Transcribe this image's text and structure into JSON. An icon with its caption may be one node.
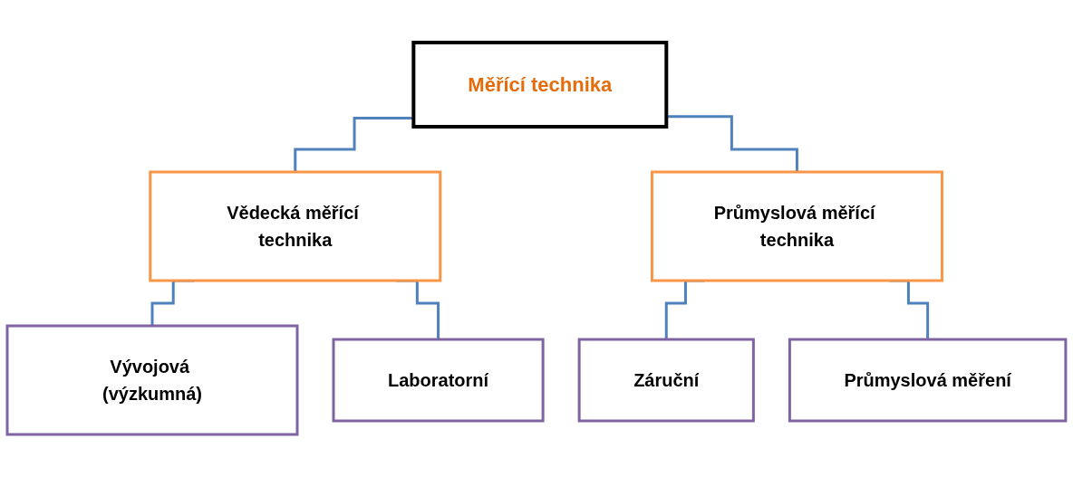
{
  "diagram": {
    "nodes": [
      {
        "text": [
          "Měřící technika"
        ]
      },
      {
        "text": [
          "Vědecká měřící technika"
        ]
      },
      {
        "text": [
          "Průmyslová měřící technika"
        ]
      },
      {
        "text": [
          "Vývojová (výzkumná)"
        ]
      },
      {
        "text": [
          "Laboratorní"
        ]
      },
      {
        "text": [
          "Záruční"
        ]
      },
      {
        "text": [
          "Průmyslová měření"
        ]
      }
    ],
    "edges": [
      {
        "from": 0,
        "to": 1,
        "arrow": "none"
      },
      {
        "from": 0,
        "to": 2,
        "arrow": "none"
      },
      {
        "from": 1,
        "to": 3,
        "arrow": "none"
      },
      {
        "from": 1,
        "to": 4,
        "arrow": "none"
      },
      {
        "from": 2,
        "to": 5,
        "arrow": "none"
      },
      {
        "from": 2,
        "to": 6,
        "arrow": "none"
      }
    ]
  }
}
